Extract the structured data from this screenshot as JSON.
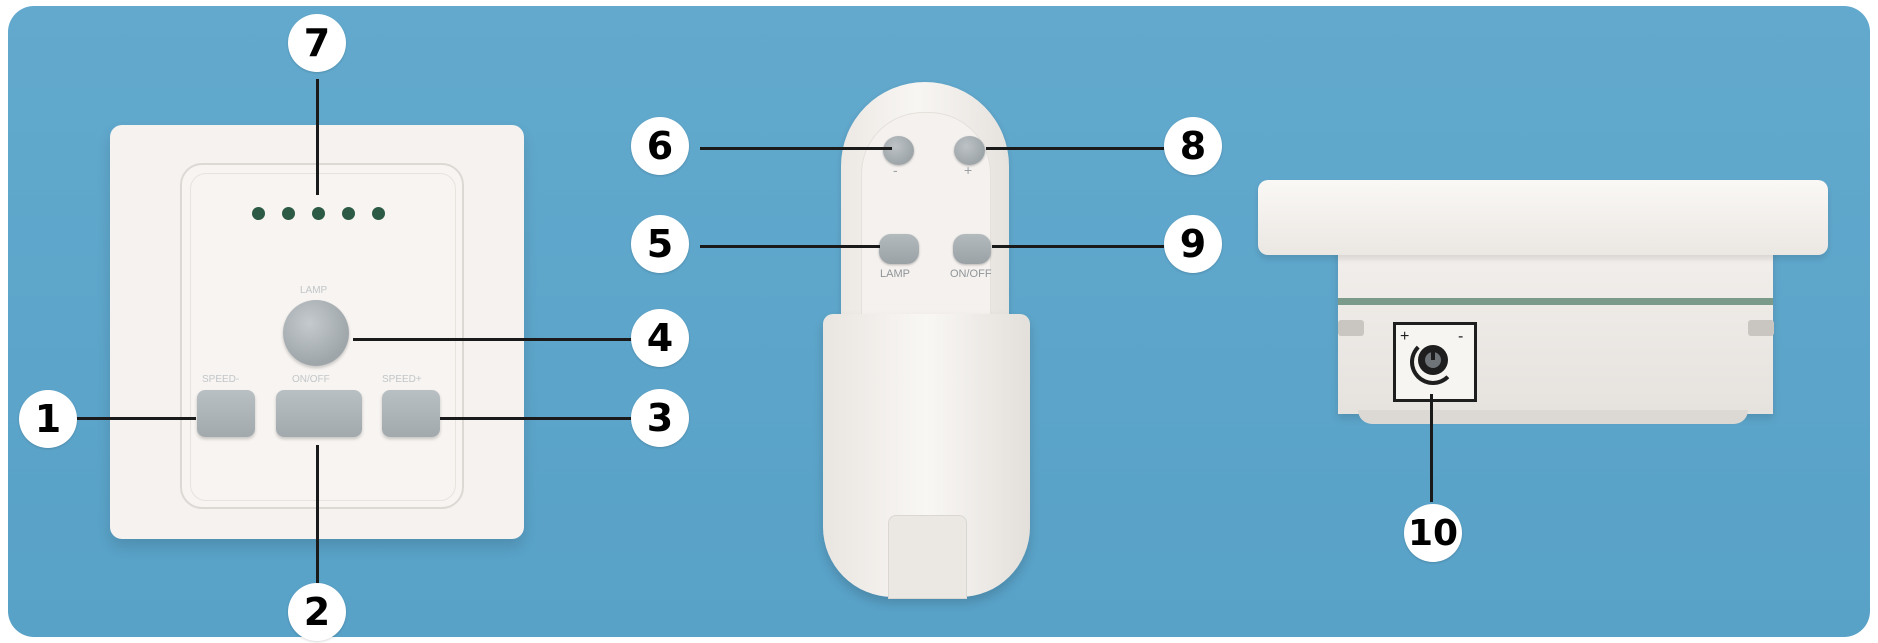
{
  "wall_controller": {
    "lamp_label": "LAMP",
    "speed_minus_label": "SPEED-",
    "onoff_label": "ON/OFF",
    "speed_plus_label": "SPEED+"
  },
  "remote": {
    "minus_label": "-",
    "plus_label": "+",
    "lamp_label": "LAMP",
    "onoff_label": "ON/OFF"
  },
  "callouts": [
    "1",
    "2",
    "3",
    "4",
    "5",
    "6",
    "7",
    "8",
    "9",
    "10"
  ],
  "colors": {
    "background": "#5aa3c9",
    "device_white": "#f4f1ee",
    "button_gray": "#a7aeb2",
    "indicator": "#2c5a44"
  }
}
